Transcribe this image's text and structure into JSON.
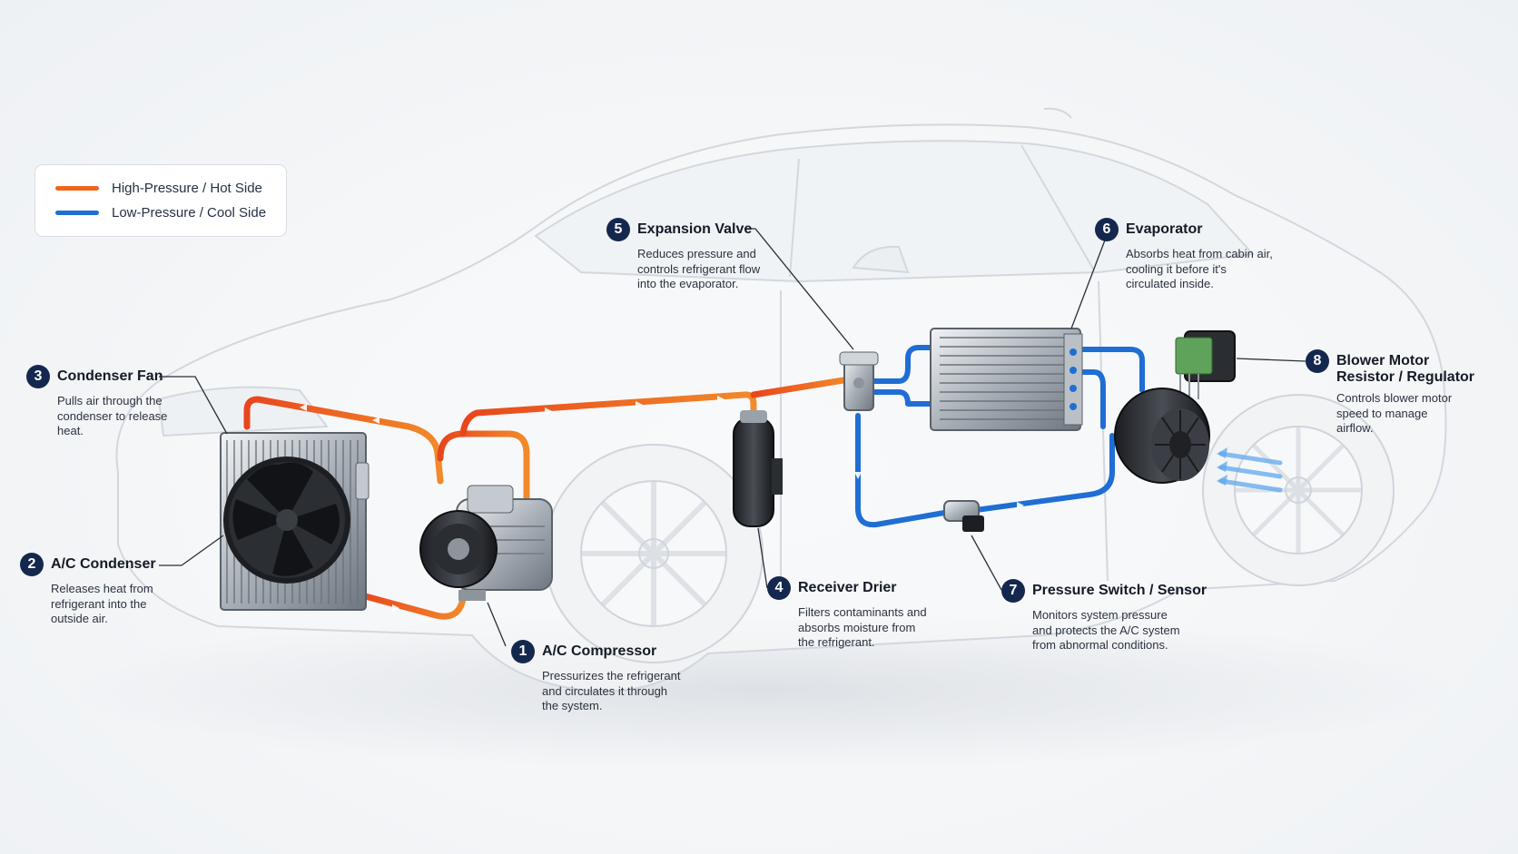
{
  "legend": {
    "items": [
      {
        "label": "High-Pressure / Hot Side",
        "color": "#f0641f"
      },
      {
        "label": "Low-Pressure / Cool Side",
        "color": "#1f6ed4"
      }
    ]
  },
  "callouts": [
    {
      "number": "1",
      "title": "A/C Compressor",
      "description": "Pressurizes the refrigerant\nand circulates it through\nthe system."
    },
    {
      "number": "2",
      "title": "A/C Condenser",
      "description": "Releases heat from\nrefrigerant into the\noutside air."
    },
    {
      "number": "3",
      "title": "Condenser Fan",
      "description": "Pulls air through the\ncondenser to release\nheat."
    },
    {
      "number": "4",
      "title": "Receiver Drier",
      "description": "Filters contaminants and\nabsorbs moisture from\nthe refrigerant."
    },
    {
      "number": "5",
      "title": "Expansion Valve",
      "description": "Reduces pressure and\ncontrols refrigerant flow\ninto the evaporator."
    },
    {
      "number": "6",
      "title": "Evaporator",
      "description": "Absorbs heat from cabin air,\ncooling it before it's\ncirculated inside."
    },
    {
      "number": "7",
      "title": "Pressure Switch / Sensor",
      "description": "Monitors system pressure\nand protects the A/C system\nfrom abnormal conditions."
    },
    {
      "number": "8",
      "title": "Blower Motor\nResistor / Regulator",
      "description": "Controls blower motor\nspeed to manage\nairflow."
    }
  ],
  "colors": {
    "hot": "#f0641f",
    "cool": "#1f6ed4",
    "badge": "#14284e"
  }
}
